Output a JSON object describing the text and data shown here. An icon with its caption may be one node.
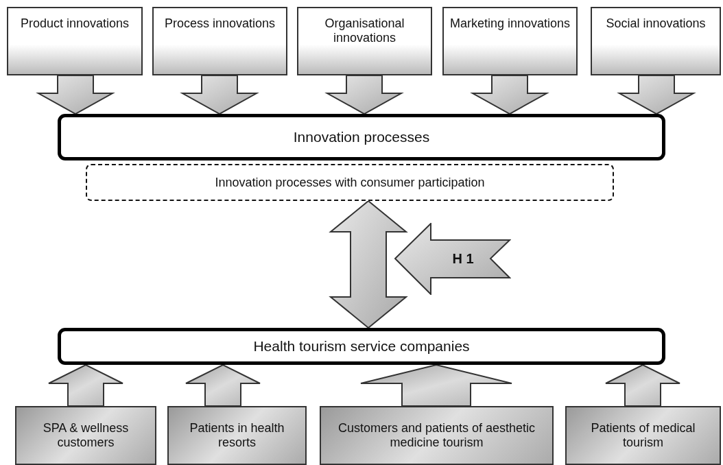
{
  "diagram": {
    "nodes": [
      {
        "text": [
          "Product innovations"
        ]
      },
      {
        "text": [
          "Process innovations"
        ]
      },
      {
        "text": [
          "Organisational innovations"
        ]
      },
      {
        "text": [
          "Marketing innovations"
        ]
      },
      {
        "text": [
          "Social innovations"
        ]
      },
      {
        "text": [
          "Innovation processes"
        ]
      },
      {
        "text": [
          "Innovation processes with consumer participation"
        ]
      },
      {
        "text": [
          "H 1"
        ]
      },
      {
        "text": [
          "Health tourism service companies"
        ]
      },
      {
        "text": [
          "SPA & wellness customers"
        ]
      },
      {
        "text": [
          "Patients in health resorts"
        ]
      },
      {
        "text": [
          "Customers and patients of aesthetic medicine tourism"
        ]
      },
      {
        "text": [
          "Patients of medical tourism"
        ]
      }
    ],
    "edges": [
      {
        "from": 0,
        "to": 5,
        "arrow": "to"
      },
      {
        "from": 1,
        "to": 5,
        "arrow": "to"
      },
      {
        "from": 2,
        "to": 5,
        "arrow": "to"
      },
      {
        "from": 3,
        "to": 5,
        "arrow": "to"
      },
      {
        "from": 4,
        "to": 5,
        "arrow": "to"
      },
      {
        "from": 6,
        "to": 8,
        "arrow": "both"
      },
      {
        "from": 9,
        "to": 8,
        "arrow": "to"
      },
      {
        "from": 10,
        "to": 8,
        "arrow": "to"
      },
      {
        "from": 11,
        "to": 8,
        "arrow": "to"
      },
      {
        "from": 12,
        "to": 8,
        "arrow": "to"
      }
    ]
  }
}
